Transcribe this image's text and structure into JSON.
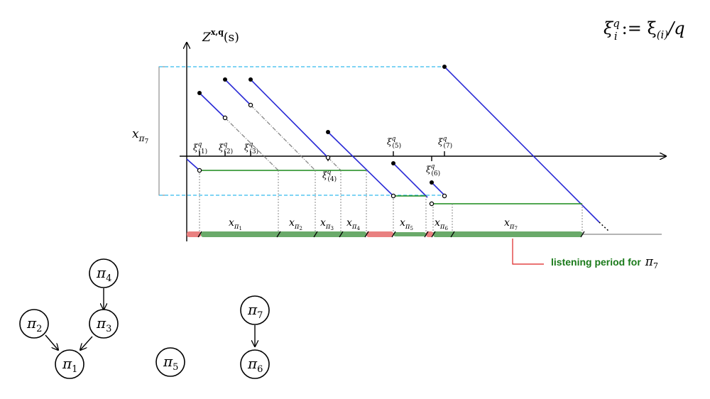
{
  "formula": {
    "xi": "ξ",
    "sup_q": "q",
    "sub_i": "i",
    "rhs": ":= ξ",
    "rhs_sub": "(i)",
    "rhs_tail": "/q"
  },
  "axis": {
    "y_label_Z": "Z",
    "y_label_sup": "x,q",
    "y_label_arg": "(s)"
  },
  "height_label": {
    "x": "x",
    "sub": "π",
    "subsub": "7"
  },
  "xi_labels": [
    {
      "base": "ξ",
      "sup": "q",
      "sub": "(1)"
    },
    {
      "base": "ξ",
      "sup": "q",
      "sub": "(2)"
    },
    {
      "base": "ξ",
      "sup": "q",
      "sub": "(3)"
    },
    {
      "base": "ξ",
      "sup": "q",
      "sub": "(4)"
    },
    {
      "base": "ξ",
      "sup": "q",
      "sub": "(5)"
    },
    {
      "base": "ξ",
      "sup": "q",
      "sub": "(6)"
    },
    {
      "base": "ξ",
      "sup": "q",
      "sub": "(7)"
    }
  ],
  "period_labels": [
    {
      "x": "x",
      "sub": "π",
      "subsub": "1"
    },
    {
      "x": "x",
      "sub": "π",
      "subsub": "2"
    },
    {
      "x": "x",
      "sub": "π",
      "subsub": "3"
    },
    {
      "x": "x",
      "sub": "π",
      "subsub": "4"
    },
    {
      "x": "x",
      "sub": "π",
      "subsub": "5"
    },
    {
      "x": "x",
      "sub": "π",
      "subsub": "6"
    },
    {
      "x": "x",
      "sub": "π",
      "subsub": "7"
    }
  ],
  "listening": {
    "text": "listening period for",
    "pi": "π",
    "sub": "7"
  },
  "graph_nodes": [
    {
      "pi": "π",
      "sub": "4"
    },
    {
      "pi": "π",
      "sub": "2"
    },
    {
      "pi": "π",
      "sub": "3"
    },
    {
      "pi": "π",
      "sub": "1"
    },
    {
      "pi": "π",
      "sub": "5"
    },
    {
      "pi": "π",
      "sub": "7"
    },
    {
      "pi": "π",
      "sub": "6"
    }
  ],
  "colors": {
    "blue": "#2a2ad6",
    "green": "#1a8a1a",
    "cyan": "#33bbee",
    "red_band": "#e98080",
    "green_band": "#6aaa6a",
    "listening_text": "#1a7a1a",
    "pointer": "#dd2222"
  }
}
